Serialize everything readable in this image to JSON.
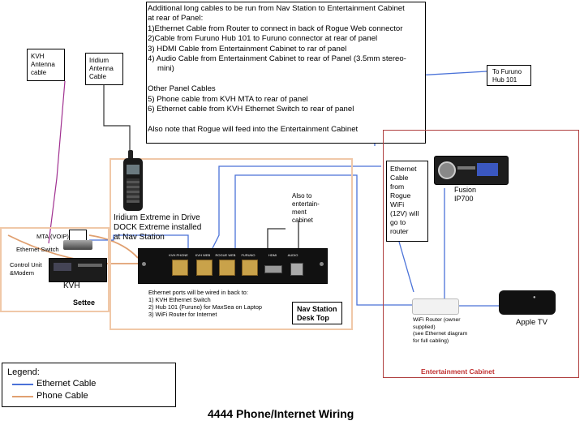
{
  "notes": {
    "lines": [
      "Additional long cables to be run from Nav Station to Entertainment Cabinet",
      "at rear of Panel:",
      "1)Ethernet Cable from Router to connect in back of Rogue Web connector",
      "2)Cable from Furuno Hub 101 to Furuno connector at rear of panel",
      "3) HDMI Cable from Entertainment Cabinet to rar of panel",
      "4) Audio Cable from Entertainment Cabinet to rear of Panel (3.5mm stereo-",
      "mini)",
      "",
      "Other Panel Cables",
      "5) Phone cable from KVH MTA to rear of panel",
      "6) Ethernet cable from KVH Ethernet Switch to rear of panel",
      "",
      "Also note that Rogue will feed into the Entertainment Cabinet"
    ]
  },
  "labels": {
    "kvh_antenna": "KVH\nAntenna\ncable",
    "iridium_antenna": "Iridium\nAntenna\nCable",
    "to_furuno": "To Furuno\nHub 101",
    "iridium_dock": "Iridium Extreme in Drive\nDOCK Extreme installed\nat Nav Station",
    "also_to_ent": "Also to\nentertain-\nment\ncabinet",
    "rogue_note": "Ethernet\nCable\nfrom\nRogue\nWiFi\n(12V) will\ngo to\nrouter",
    "fusion": "Fusion\nIP700",
    "mta": "MTA (VOIP)",
    "eth_switch": "Ethernet Switch",
    "control_unit": "Control Unit\n&Modem",
    "kvh": "KVH",
    "settee": "Settee",
    "eth_ports_note": "Ethernet ports will be wired in back to:\n1) KVH Ethernet Switch\n2) Hub 101 (Furuno) for MaxSea on Laptop\n3) WiFi Router for Internet",
    "nav_station": "Nav Station\nDesk Top",
    "wifi_router": "WiFi Router (owner\nsupplied)\n(see Ethernet diagram\nfor full cabling)",
    "apple_tv": "Apple TV",
    "ent_cabinet": "Entertainment Cabinet",
    "title": "4444 Phone/Internet Wiring"
  },
  "panel_ports": [
    "KVH PHONE",
    "KVH WEB",
    "ROGUE WEB",
    "FURUNO",
    "HDMI",
    "AUDIO"
  ],
  "legend": {
    "title": "Legend:",
    "items": [
      {
        "label": "Ethernet Cable",
        "color": "#4a72d8"
      },
      {
        "label": "Phone Cable",
        "color": "#e0a070"
      }
    ]
  },
  "colors": {
    "ethernet": "#4a72d8",
    "phone": "#e0a070",
    "kvh_antenna_wire": "#a03090",
    "iridium_wire": "#333333",
    "ent_border": "#b04040",
    "nav_border": "#f0c8a8",
    "ent_title": "#c03030"
  }
}
